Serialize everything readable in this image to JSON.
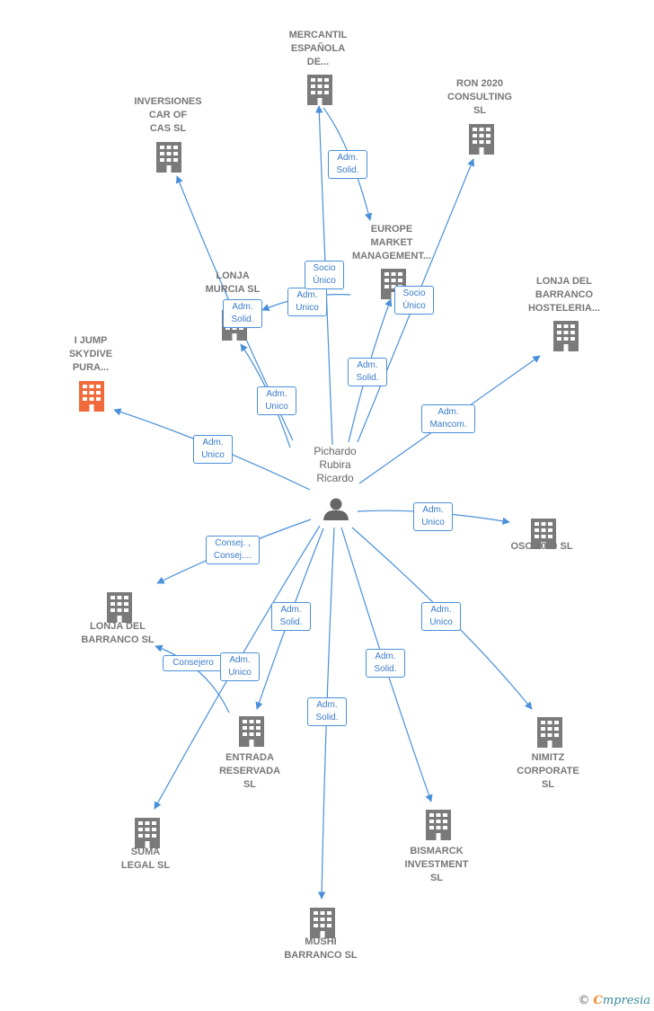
{
  "center": {
    "name": "Pichardo\nRubira\nRicardo"
  },
  "companies": [
    {
      "id": "mercantil",
      "label": "MERCANTIL\nESPAÑOLA\nDE..."
    },
    {
      "id": "ron2020",
      "label": "RON 2020\nCONSULTING\nSL"
    },
    {
      "id": "inversiones",
      "label": "INVERSIONES\nCAR OF\nCAS  SL"
    },
    {
      "id": "europe",
      "label": "EUROPE\nMARKET\nMANAGEMENT..."
    },
    {
      "id": "lonjamurcia",
      "label": "LONJA\nMURCIA  SL"
    },
    {
      "id": "lonjahost",
      "label": "LONJA DEL\nBARRANCO\nHOSTELERIA..."
    },
    {
      "id": "ijump",
      "label": "I JUMP\nSKYDIVE\nPURA...",
      "highlight": true
    },
    {
      "id": "oso",
      "label": "OSO 2000 SL"
    },
    {
      "id": "lonjabarranco",
      "label": "LONJA DEL\nBARRANCO  SL"
    },
    {
      "id": "entrada",
      "label": "ENTRADA\nRESERVADA\nSL"
    },
    {
      "id": "nimitz",
      "label": "NIMITZ\nCORPORATE\nSL"
    },
    {
      "id": "suma",
      "label": "SUMA\nLEGAL SL"
    },
    {
      "id": "bismarck",
      "label": "BISMARCK\nINVESTMENT\nSL"
    },
    {
      "id": "mushi",
      "label": "MUSHI\nBARRANCO  SL"
    }
  ],
  "relations": [
    {
      "id": "r-mercantil",
      "label": "Adm.\nSolid."
    },
    {
      "id": "r-socio-europe",
      "label": "Socio\nÚnico"
    },
    {
      "id": "r-ron",
      "label": "Adm.\nUnico"
    },
    {
      "id": "r-socio-murcia",
      "label": "Socio\nÚnico"
    },
    {
      "id": "r-inversiones",
      "label": "Adm.\nSolid."
    },
    {
      "id": "r-murcia",
      "label": "Adm.\nUnico"
    },
    {
      "id": "r-europe",
      "label": "Adm.\nSolid."
    },
    {
      "id": "r-lonjahost",
      "label": "Adm.\nMancom."
    },
    {
      "id": "r-ijump",
      "label": "Adm.\nUnico"
    },
    {
      "id": "r-oso",
      "label": "Adm.\nUnico"
    },
    {
      "id": "r-lonjabarranco",
      "label": "Consej. ,\nConsej...."
    },
    {
      "id": "r-entrada",
      "label": "Adm.\nSolid."
    },
    {
      "id": "r-consejero",
      "label": "Consejero"
    },
    {
      "id": "r-suma",
      "label": "Adm.\nUnico"
    },
    {
      "id": "r-nimitz",
      "label": "Adm.\nUnico"
    },
    {
      "id": "r-bismarck",
      "label": "Adm.\nSolid."
    },
    {
      "id": "r-mushi",
      "label": "Adm.\nSolid."
    }
  ],
  "colors": {
    "edge": "#4a90d9",
    "building": "#7a7a7a",
    "highlight": "#f06a3c",
    "person": "#666666"
  },
  "icons": {
    "company": "building-icon",
    "person": "person-icon"
  },
  "footer": {
    "copyright": "©",
    "brand_first": "C",
    "brand_rest": "mpresia"
  }
}
